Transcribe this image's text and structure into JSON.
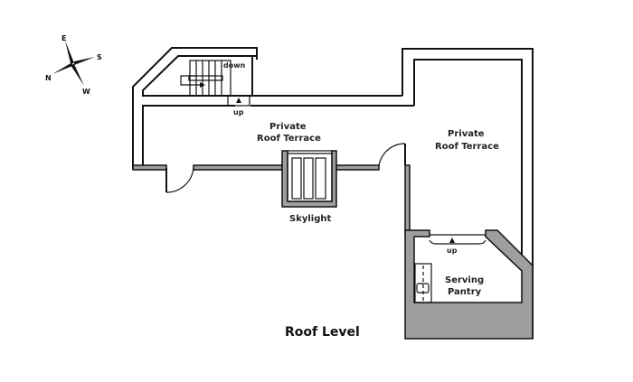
{
  "plan": {
    "title": "Roof Level",
    "rooms": [
      {
        "name_line1": "Private",
        "name_line2": "Roof Terrace"
      },
      {
        "name_line1": "Private",
        "name_line2": "Roof Terrace"
      },
      {
        "name_line1": "Serving",
        "name_line2": "Pantry"
      }
    ],
    "fixtures": {
      "skylight": "Skylight",
      "stair_down": "down",
      "stair_up_terrace": "up",
      "stair_up_pantry": "up"
    },
    "compass": {
      "north": "N",
      "east": "E",
      "south": "S",
      "west": "W"
    },
    "colors": {
      "wall_fill": "#9e9e9e",
      "line": "#111111",
      "background": "#ffffff"
    }
  }
}
